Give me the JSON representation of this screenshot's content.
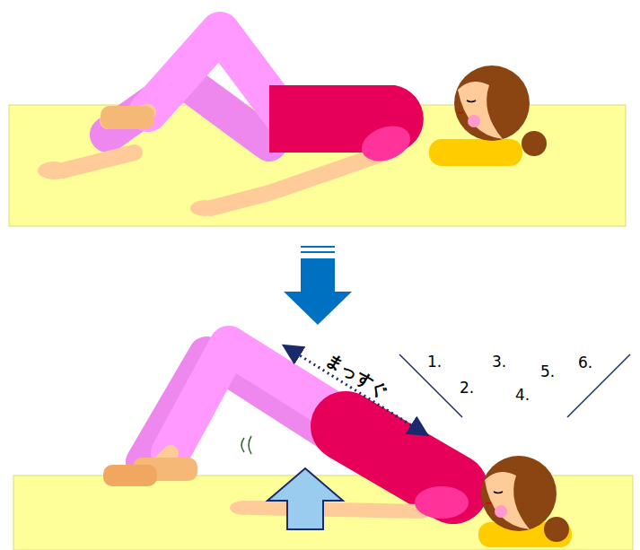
{
  "diagram": {
    "labels": [
      "まっすぐ",
      "1.",
      "2.",
      "3.",
      "4.",
      "5.",
      "6."
    ]
  }
}
